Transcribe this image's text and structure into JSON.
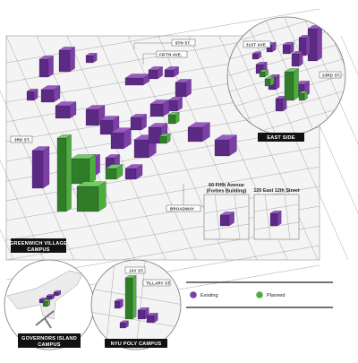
{
  "streets": {
    "ninth_st": "9TH ST.",
    "fifth_ave": "FIFTH AVE.",
    "third_st": "3RD ST.",
    "broadway": "BROADWAY",
    "thirty_first_ave": "31ST AVE.",
    "twenty_third": "23RD ST.",
    "jay_st": "JAY ST.",
    "tillary_st": "TILLARY ST."
  },
  "labels": {
    "greenwich": [
      "GREENWICH VILLAGE",
      "CAMPUS"
    ],
    "east_side": "EAST SIDE",
    "governors": [
      "GOVERNORS ISLAND",
      "CAMPUS"
    ],
    "nyu_poly": "NYU POLY CAMPUS"
  },
  "insets": {
    "forbes": [
      "60 Fifth Avenue",
      "(Forbes Building)"
    ],
    "east12": "120 East 12th Street"
  },
  "legend": {
    "existing": "Existing",
    "planned": "Planned"
  },
  "colors": {
    "existing": "#7b3fa6",
    "planned": "#4caf3c",
    "block": "#f4f4f4",
    "street_line": "#9a9a9a"
  }
}
